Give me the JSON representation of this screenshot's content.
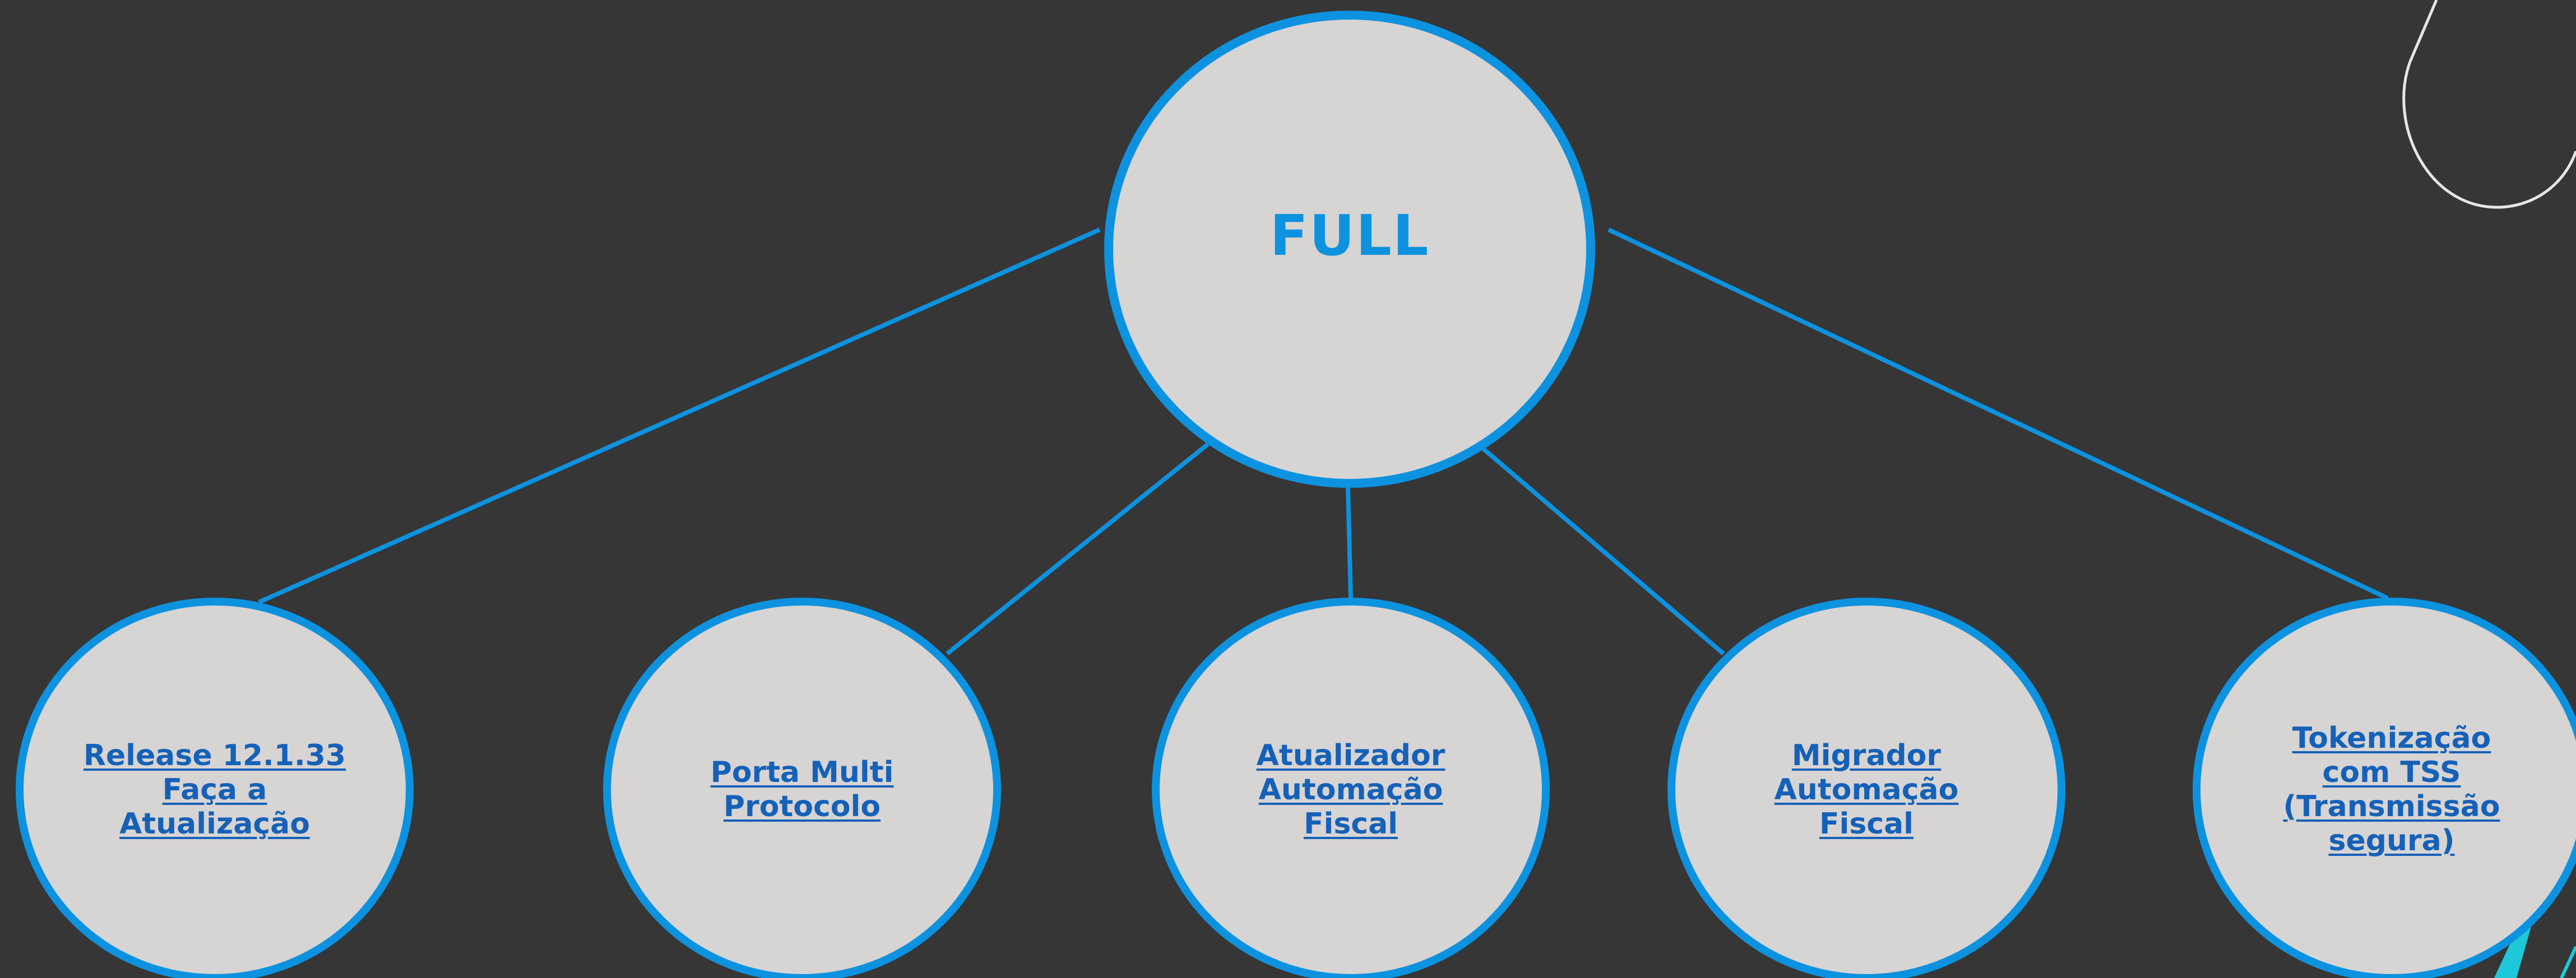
{
  "diagram": {
    "root": {
      "label": "FULL"
    },
    "children": [
      {
        "id": "release",
        "lines": [
          "Release 12.1.33",
          "Faça a",
          "Atualização"
        ]
      },
      {
        "id": "porta-multi-protocolo",
        "lines": [
          "Porta Multi",
          "Protocolo"
        ]
      },
      {
        "id": "atualizador",
        "lines": [
          "Atualizador",
          "Automação",
          "Fiscal"
        ]
      },
      {
        "id": "migrador",
        "lines": [
          "Migrador",
          "Automação",
          "Fiscal"
        ]
      },
      {
        "id": "tokenizacao",
        "lines": [
          "Tokenização",
          "com TSS",
          "(Transmissão",
          "segura)"
        ]
      }
    ]
  },
  "colors": {
    "background": "#363636",
    "node_fill": "#d7d4d4",
    "node_border": "#0d92e0",
    "connector": "#0d92e0",
    "root_text": "#0d92e0",
    "link_text": "#1561b8",
    "decoration_arc": "#e6e6e6",
    "decoration_accent": "#1ec8d8"
  }
}
